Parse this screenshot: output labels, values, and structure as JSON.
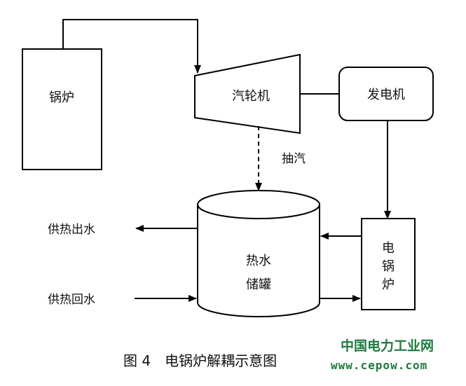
{
  "diagram": {
    "nodes": {
      "boiler": "锅炉",
      "turbine": "汽轮机",
      "generator": "发电机",
      "storage_line1": "热水",
      "storage_line2": "储罐",
      "electric_boiler_chars": [
        "电",
        "锅",
        "炉"
      ]
    },
    "labels": {
      "extraction": "抽汽",
      "supply_out": "供热出水",
      "supply_return": "供热回水"
    },
    "caption": "图 4　电锅炉解耦示意图"
  },
  "watermark": {
    "title": "中国电力工业网",
    "url": "www.cepow.com",
    "color": "#1e7a3e"
  }
}
